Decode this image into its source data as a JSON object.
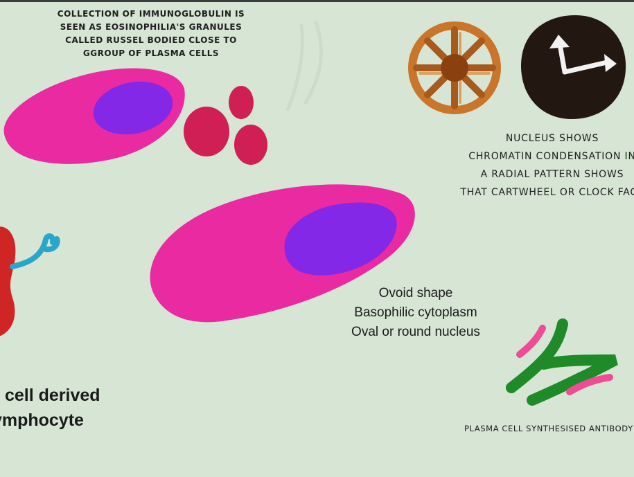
{
  "notes": {
    "russell": [
      "Collection of immunoglobulin is",
      "seen as eosinophilia's granules",
      "called Russel bodied close to",
      "ggroup of plasma cells"
    ],
    "nucleus": [
      "Nucleus shows",
      "chromatin condensation in",
      "a radial pattern shows",
      "that cartwheel or clock face"
    ],
    "antibody": "Plasma cell synthesised antibody"
  },
  "properties": [
    "Ovoid shape",
    "Basophilic cytoplasm",
    "Oval or round nucleus"
  ],
  "origin": [
    "B cell derived",
    "lymphocyte"
  ],
  "colors": {
    "background": "#d6e5d4",
    "cytoplasm": "#e92aa0",
    "nucleus": "#8328e6",
    "russell_bodies": "#d01f55",
    "cartwheel_rim": "#c9752a",
    "clock_face": "#231712",
    "antibody_heavy": "#1f8a28",
    "antibody_light": "#ef4c95",
    "lymphocyte": "#cf2525",
    "antibody_icon": "#2aa6c8"
  }
}
